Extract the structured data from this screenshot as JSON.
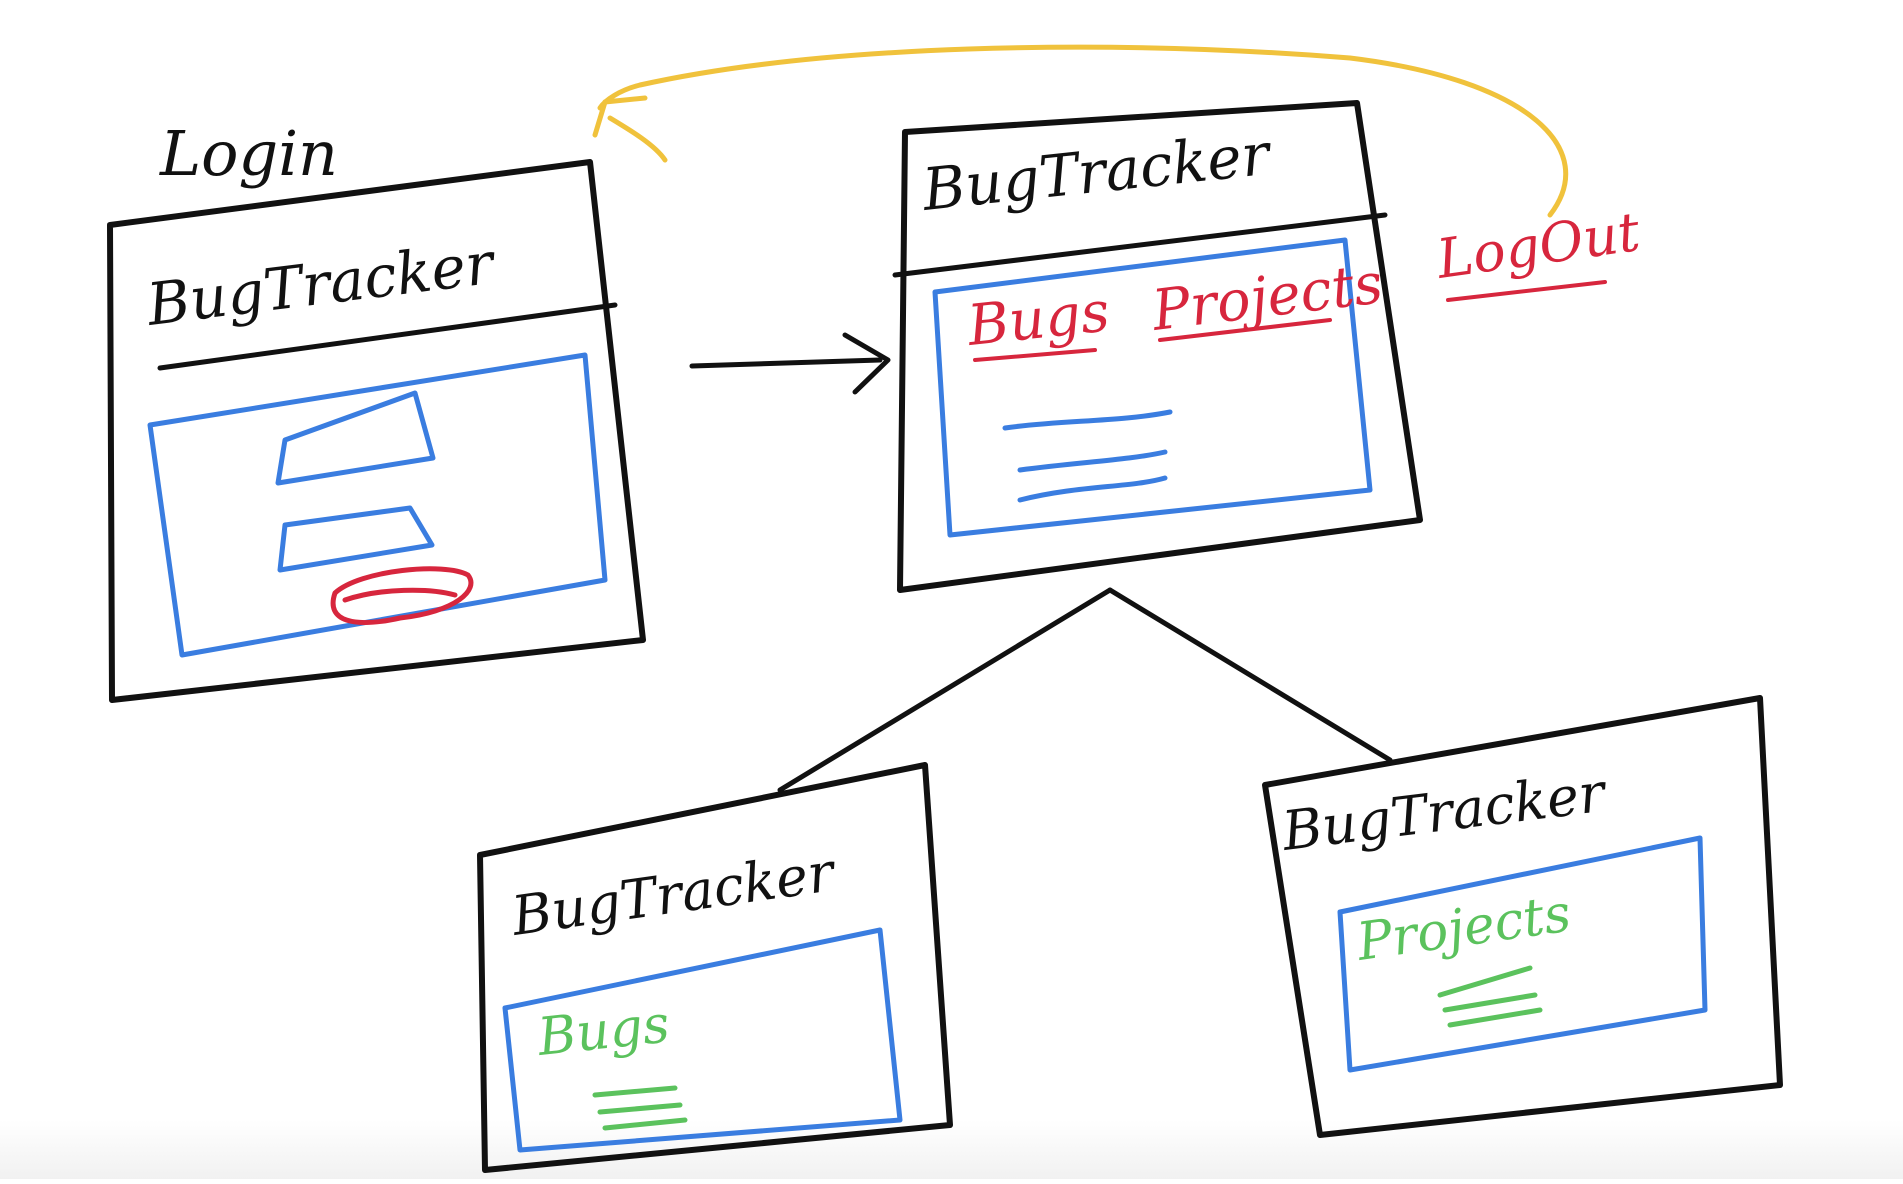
{
  "login_label": "Login",
  "colors": {
    "ink": "#111111",
    "frame_blue": "#3a7de0",
    "button_red": "#d7263d",
    "arrow_yellow": "#f0c23c",
    "list_green": "#5bc25d"
  },
  "screens": {
    "login": {
      "header": "BugTracker"
    },
    "home": {
      "header": "BugTracker",
      "nav_links": [
        "Bugs",
        "Projects"
      ],
      "logout_label": "LogOut"
    },
    "bugs": {
      "header": "BugTracker",
      "section_title": "Bugs"
    },
    "projects": {
      "header": "BugTracker",
      "section_title": "Projects"
    }
  }
}
